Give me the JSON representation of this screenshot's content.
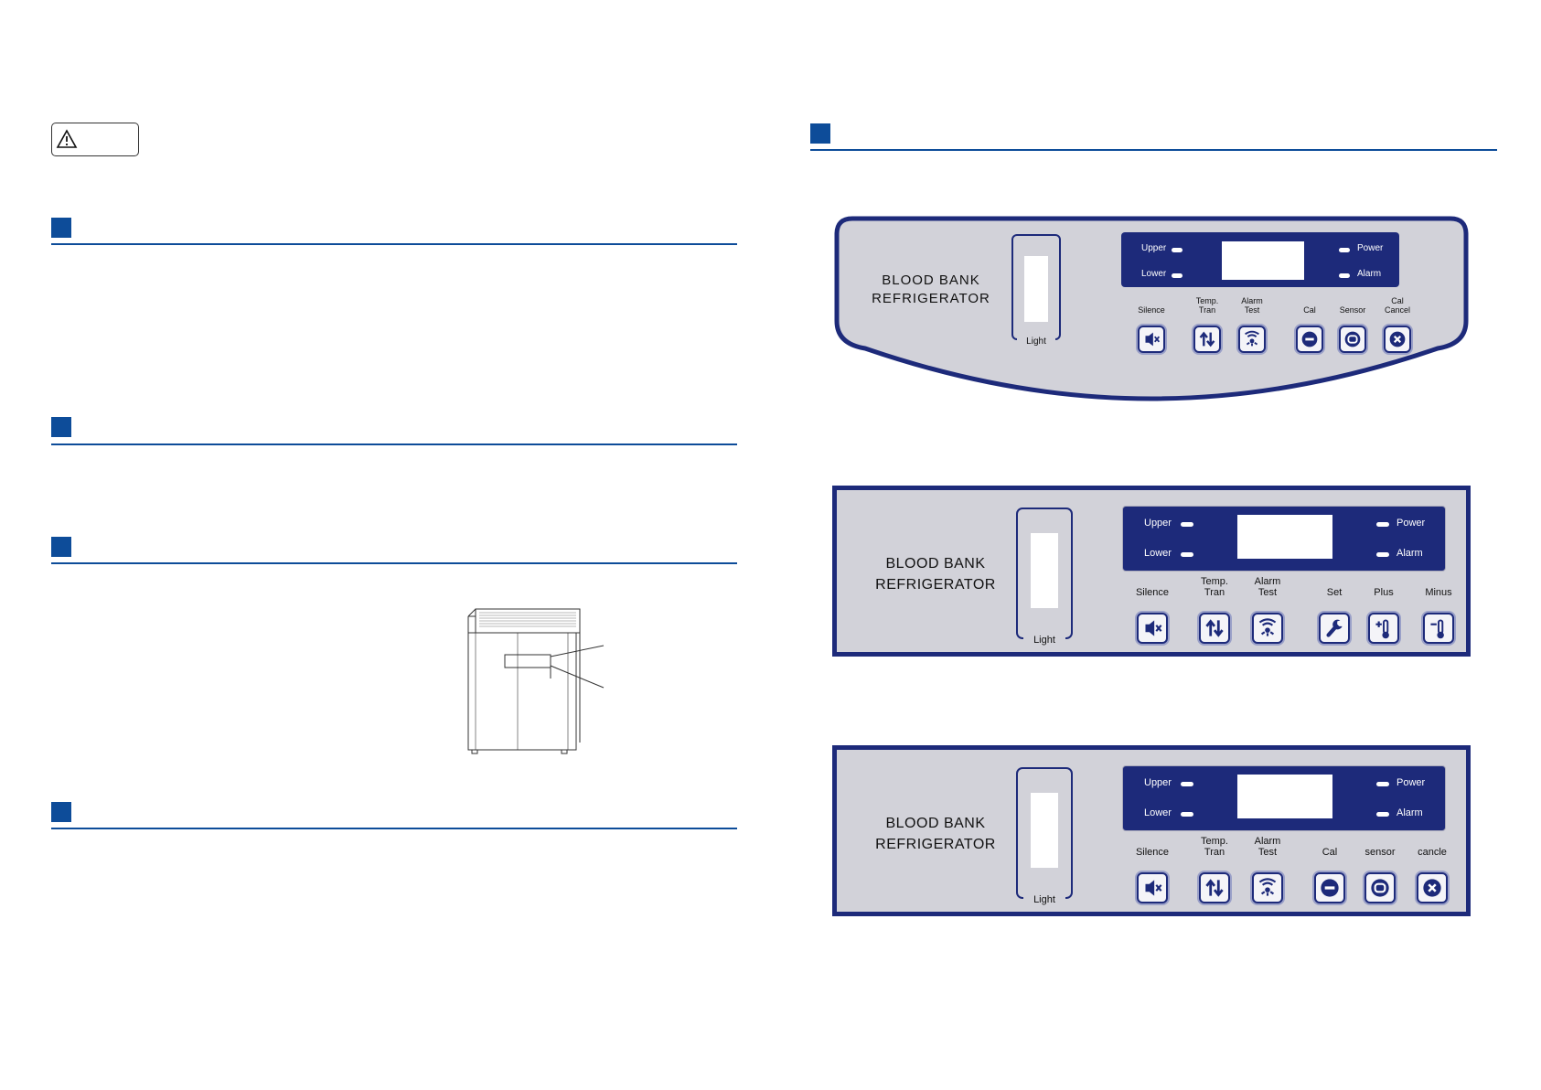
{
  "colors": {
    "accent": "#0d4c99",
    "panel_face": "#d2d2d9",
    "panel_border": "#1d2a7a",
    "display_bg": "#1d2a7a"
  },
  "left_page": {
    "warning_icon": "warning-triangle-icon",
    "sections": 4
  },
  "right_page": {
    "sections": 1,
    "panels": [
      {
        "title_line1": "BLOOD BANK",
        "title_line2": "REFRIGERATOR",
        "light_label": "Light",
        "upper": "Upper",
        "lower": "Lower",
        "power": "Power",
        "alarm": "Alarm",
        "buttons": [
          {
            "label1": "Silence",
            "label2": "",
            "icon": "mute-speaker-icon"
          },
          {
            "label1": "Temp.",
            "label2": "Tran",
            "icon": "up-down-arrows-icon"
          },
          {
            "label1": "Alarm",
            "label2": "Test",
            "icon": "alarm-wave-icon"
          },
          {
            "label1": "Cal",
            "label2": "",
            "icon": "minus-circle-icon"
          },
          {
            "label1": "Sensor",
            "label2": "",
            "icon": "sensor-cycle-icon"
          },
          {
            "label1": "Cal",
            "label2": "Cancel",
            "icon": "cancel-x-icon"
          }
        ]
      },
      {
        "title_line1": "BLOOD BANK",
        "title_line2": "REFRIGERATOR",
        "light_label": "Light",
        "upper": "Upper",
        "lower": "Lower",
        "power": "Power",
        "alarm": "Alarm",
        "buttons": [
          {
            "label1": "Silence",
            "label2": "",
            "icon": "mute-speaker-icon"
          },
          {
            "label1": "Temp.",
            "label2": "Tran",
            "icon": "up-down-arrows-icon"
          },
          {
            "label1": "Alarm",
            "label2": "Test",
            "icon": "alarm-wave-icon"
          },
          {
            "label1": "Set",
            "label2": "",
            "icon": "wrench-icon"
          },
          {
            "label1": "Plus",
            "label2": "",
            "icon": "thermometer-plus-icon"
          },
          {
            "label1": "Minus",
            "label2": "",
            "icon": "thermometer-minus-icon"
          }
        ]
      },
      {
        "title_line1": "BLOOD BANK",
        "title_line2": "REFRIGERATOR",
        "light_label": "Light",
        "upper": "Upper",
        "lower": "Lower",
        "power": "Power",
        "alarm": "Alarm",
        "buttons": [
          {
            "label1": "Silence",
            "label2": "",
            "icon": "mute-speaker-icon"
          },
          {
            "label1": "Temp.",
            "label2": "Tran",
            "icon": "up-down-arrows-icon"
          },
          {
            "label1": "Alarm",
            "label2": "Test",
            "icon": "alarm-wave-icon"
          },
          {
            "label1": "Cal",
            "label2": "",
            "icon": "minus-circle-icon"
          },
          {
            "label1": "sensor",
            "label2": "",
            "icon": "sensor-cycle-icon"
          },
          {
            "label1": "cancle",
            "label2": "",
            "icon": "cancel-x-icon"
          }
        ]
      }
    ]
  }
}
